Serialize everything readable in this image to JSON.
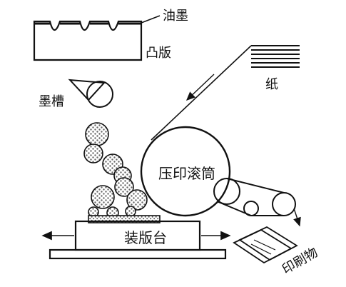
{
  "diagram": {
    "labels": {
      "ink": "油墨",
      "plate": "凸版",
      "paper": "纸",
      "ink_trough": "墨槽",
      "impression_cylinder": "压印滚筒",
      "bed": "装版台",
      "printed_matter": "印刷物"
    },
    "colors": {
      "line": "#111111",
      "dot_fill": "#777777",
      "background": "#ffffff"
    }
  }
}
